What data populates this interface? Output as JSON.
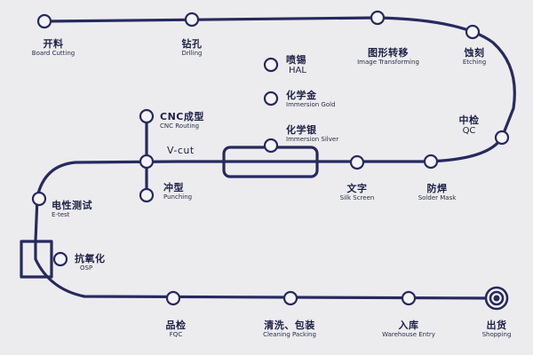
{
  "colors": {
    "line": "#262a5e",
    "node_fill": "#f4f4f6",
    "background": "#ececee",
    "text": "#1d2146"
  },
  "steps": {
    "board_cutting": {
      "cn": "开料",
      "en": "Board Cutting"
    },
    "drilling": {
      "cn": "钻孔",
      "en": "Drlling"
    },
    "image_transforming": {
      "cn": "图形转移",
      "en": "Image Transforming"
    },
    "etching": {
      "cn": "蚀刻",
      "en": "Etching"
    },
    "qc": {
      "cn": "中检",
      "en": "QC"
    },
    "hal": {
      "cn": "喷锡",
      "en": "HAL"
    },
    "immersion_gold": {
      "cn": "化学金",
      "en": "Immersion Gold"
    },
    "immersion_silver": {
      "cn": "化学银",
      "en": "Immersion Silver"
    },
    "cnc_routing": {
      "cn": "CNC成型",
      "en": "CNC Routing"
    },
    "vcut": {
      "cn": "V-cut",
      "en": ""
    },
    "punching": {
      "cn": "冲型",
      "en": "Punching"
    },
    "silk_screen": {
      "cn": "文字",
      "en": "Silk Screen"
    },
    "solder_mask": {
      "cn": "防焊",
      "en": "Solder Mask"
    },
    "etest": {
      "cn": "电性测试",
      "en": "E-test"
    },
    "osp": {
      "cn": "抗氧化",
      "en": "OSP"
    },
    "fqc": {
      "cn": "品检",
      "en": "FQC"
    },
    "cleaning_packing": {
      "cn": "清洗、包装",
      "en": "Cleaning Packing"
    },
    "warehouse_entry": {
      "cn": "入库",
      "en": "Warehouse Entry"
    },
    "shopping": {
      "cn": "出货",
      "en": "Shopping"
    }
  }
}
